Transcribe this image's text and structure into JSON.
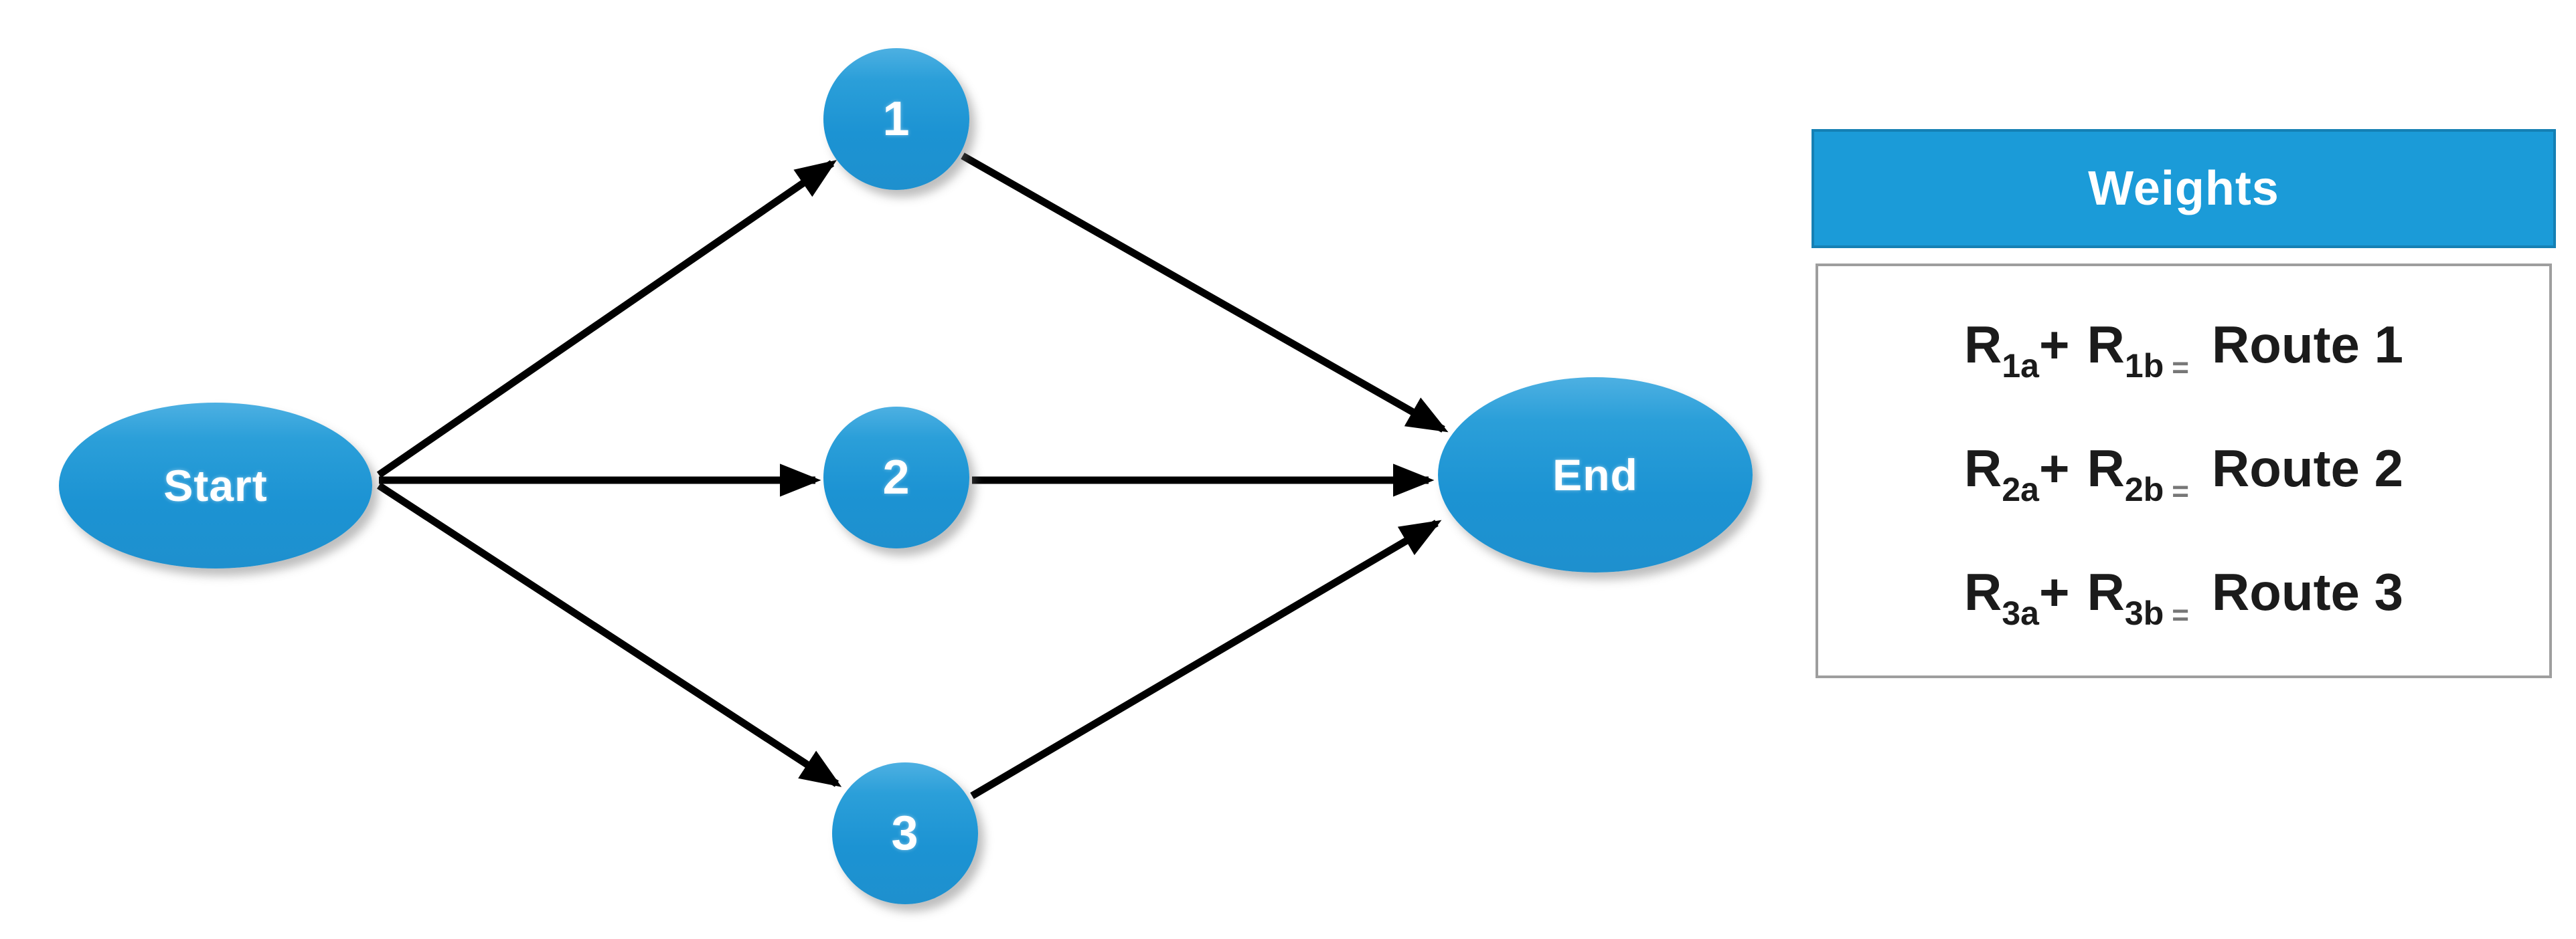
{
  "diagram": {
    "nodes": {
      "start": {
        "label": "Start"
      },
      "n1": {
        "label": "1"
      },
      "n2": {
        "label": "2"
      },
      "n3": {
        "label": "3"
      },
      "end": {
        "label": "End"
      }
    },
    "edges": [
      {
        "from": "Start",
        "to": "1"
      },
      {
        "from": "Start",
        "to": "2"
      },
      {
        "from": "Start",
        "to": "3"
      },
      {
        "from": "1",
        "to": "End"
      },
      {
        "from": "2",
        "to": "End"
      },
      {
        "from": "3",
        "to": "End"
      }
    ]
  },
  "legend": {
    "title": "Weights",
    "rows": [
      {
        "t1": "R",
        "s1": "1a",
        "op": "+",
        "t2": "R",
        "s2": "1b",
        "eq": "=",
        "result": "Route 1"
      },
      {
        "t1": "R",
        "s1": "2a",
        "op": "+",
        "t2": "R",
        "s2": "2b",
        "eq": "=",
        "result": "Route 2"
      },
      {
        "t1": "R",
        "s1": "3a",
        "op": "+",
        "t2": "R",
        "s2": "3b",
        "eq": "=",
        "result": "Route 3"
      }
    ]
  },
  "colors": {
    "node_fill_top": "#4db0e2",
    "node_fill_bottom": "#1e90ce",
    "legend_header_fill": "#1b9bd8",
    "legend_header_border": "#1580b4",
    "legend_box_border": "#9e9e9e",
    "arrow": "#000000",
    "text_on_blue": "#ffffff",
    "equation_text": "#1b1b1b"
  }
}
